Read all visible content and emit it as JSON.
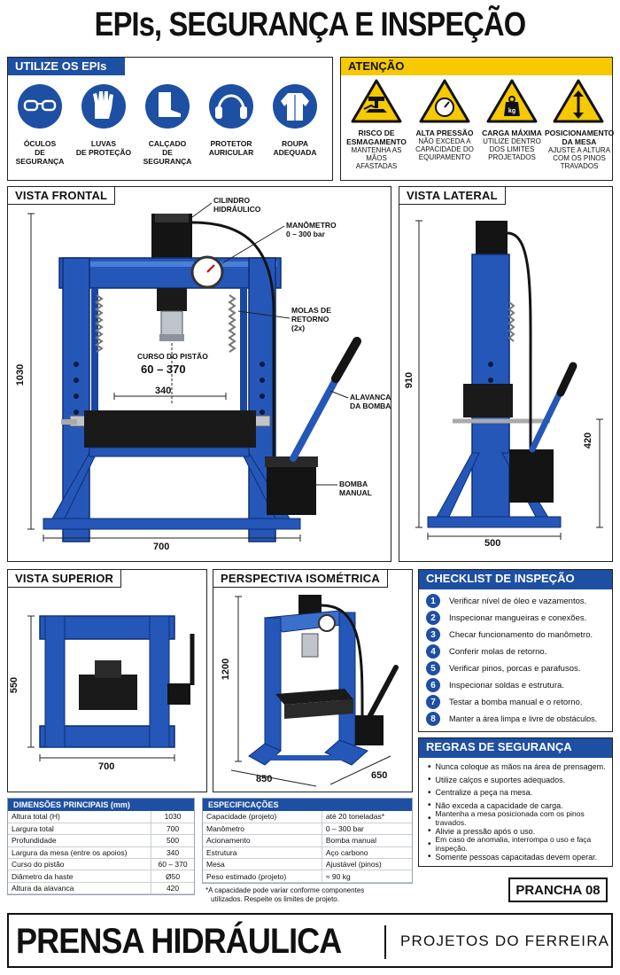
{
  "header": {
    "title": "EPIs, SEGURANÇA E INSPEÇÃO"
  },
  "ppe": {
    "title": "UTILIZE OS EPIs",
    "items": [
      {
        "icon": "safety-glasses-icon",
        "line1": "ÓCULOS",
        "line2": "DE SEGURANÇA"
      },
      {
        "icon": "gloves-icon",
        "line1": "LUVAS",
        "line2": "DE PROTEÇÃO"
      },
      {
        "icon": "safety-boot-icon",
        "line1": "CALÇADO",
        "line2": "DE SEGURANÇA"
      },
      {
        "icon": "ear-protector-icon",
        "line1": "PROTETOR",
        "line2": "AURICULAR"
      },
      {
        "icon": "work-clothes-icon",
        "line1": "ROUPA",
        "line2": "ADEQUADA"
      }
    ]
  },
  "warnings": {
    "title": "ATENÇÃO",
    "items": [
      {
        "icon": "crush-hazard-icon",
        "title1": "RISCO DE",
        "title2": "ESMAGAMENTO",
        "sub1": "MANTENHA AS MÃOS",
        "sub2": "AFASTADAS",
        "sub3": ""
      },
      {
        "icon": "pressure-gauge-icon",
        "title1": "ALTA PRESSÃO",
        "title2": "",
        "sub1": "NÃO EXCEDA A",
        "sub2": "CAPACIDADE DO",
        "sub3": "EQUIPAMENTO"
      },
      {
        "icon": "max-load-icon",
        "title1": "CARGA MÁXIMA",
        "title2": "",
        "sub1": "UTILIZE DENTRO",
        "sub2": "DOS LIMITES",
        "sub3": "PROJETADOS"
      },
      {
        "icon": "table-position-icon",
        "title1": "POSICIONAMENTO",
        "title2": "DA MESA",
        "sub1": "AJUSTE A ALTURA",
        "sub2": "COM OS PINOS",
        "sub3": "TRAVADOS"
      }
    ],
    "load_unit": "kg"
  },
  "front_view": {
    "title": "VISTA FRONTAL",
    "callouts": {
      "cylinder": [
        "CILINDRO",
        "HIDRÁULICO"
      ],
      "gauge": [
        "MANÔMETRO",
        "0 – 300 bar"
      ],
      "springs": [
        "MOLAS DE",
        "RETORNO",
        "(2x)"
      ],
      "lever": [
        "ALAVANCA",
        "DA BOMBA"
      ],
      "pump": [
        "BOMBA",
        "MANUAL"
      ],
      "stroke": "CURSO DO PISTÃO",
      "stroke_value": "60 – 370"
    },
    "dims": {
      "height": "1030",
      "width": "700",
      "table_width": "340"
    }
  },
  "side_view": {
    "title": "VISTA LATERAL",
    "dims": {
      "height": "910",
      "table_height": "420",
      "width": "500"
    }
  },
  "top_view": {
    "title": "VISTA SUPERIOR",
    "dims": {
      "depth": "550",
      "width": "700"
    }
  },
  "iso_view": {
    "title": "PERSPECTIVA ISOMÉTRICA",
    "dims": {
      "height": "1200",
      "width": "850",
      "depth": "650"
    }
  },
  "checklist": {
    "title": "CHECKLIST DE INSPEÇÃO",
    "items": [
      "Verificar nível de óleo e vazamentos.",
      "Inspecionar mangueiras e conexões.",
      "Checar funcionamento do manômetro.",
      "Conferir molas de retorno.",
      "Verificar pinos, porcas e parafusos.",
      "Inspecionar soldas e estrutura.",
      "Testar a bomba manual e o retorno.",
      "Manter a área limpa e livre de obstáculos."
    ]
  },
  "rules": {
    "title": "REGRAS DE SEGURANÇA",
    "items": [
      "Nunca coloque as mãos na área de prensagem.",
      "Utilize calços e suportes adequados.",
      "Centralize a peça na mesa.",
      "Não exceda a capacidade de carga.",
      "Mantenha a mesa posicionada com os pinos travados.",
      "Alivie a pressão após o uso.",
      "Em caso de anomalia, interrompa o uso e faça inspeção.",
      "Somente pessoas capacitadas devem operar."
    ]
  },
  "dimensions_table": {
    "title": "DIMENSÕES PRINCIPAIS (mm)",
    "rows": [
      {
        "label": "Altura total (H)",
        "value": "1030"
      },
      {
        "label": "Largura total",
        "value": "700"
      },
      {
        "label": "Profundidade",
        "value": "500"
      },
      {
        "label": "Largura da mesa (entre os apoios)",
        "value": "340"
      },
      {
        "label": "Curso do pistão",
        "value": "60 – 370"
      },
      {
        "label": "Diâmetro da haste",
        "value": "Ø50"
      },
      {
        "label": "Altura da alavanca",
        "value": "420"
      }
    ]
  },
  "specs_table": {
    "title": "ESPECIFICAÇÕES",
    "rows": [
      {
        "label": "Capacidade (projeto)",
        "value": "até 20 toneladas*"
      },
      {
        "label": "Manômetro",
        "value": "0 – 300 bar"
      },
      {
        "label": "Acionamento",
        "value": "Bomba manual"
      },
      {
        "label": "Estrutura",
        "value": "Aço carbono"
      },
      {
        "label": "Mesa",
        "value": "Ajustável (pinos)"
      },
      {
        "label": "Peso estimado (projeto)",
        "value": "≈ 90 kg"
      }
    ],
    "footnote1": "*A capacidade pode variar conforme componentes",
    "footnote2": "utilizados. Respeite os limites de projeto."
  },
  "sheet": {
    "label": "PRANCHA 08"
  },
  "footer": {
    "title": "PRENSA HIDRÁULICA",
    "subtitle": "PROJETOS DO FERREIRA"
  },
  "colors": {
    "blue": "#1d4fa3",
    "frame_blue": "#2457b8",
    "yellow": "#f6c900",
    "black": "#141414"
  }
}
